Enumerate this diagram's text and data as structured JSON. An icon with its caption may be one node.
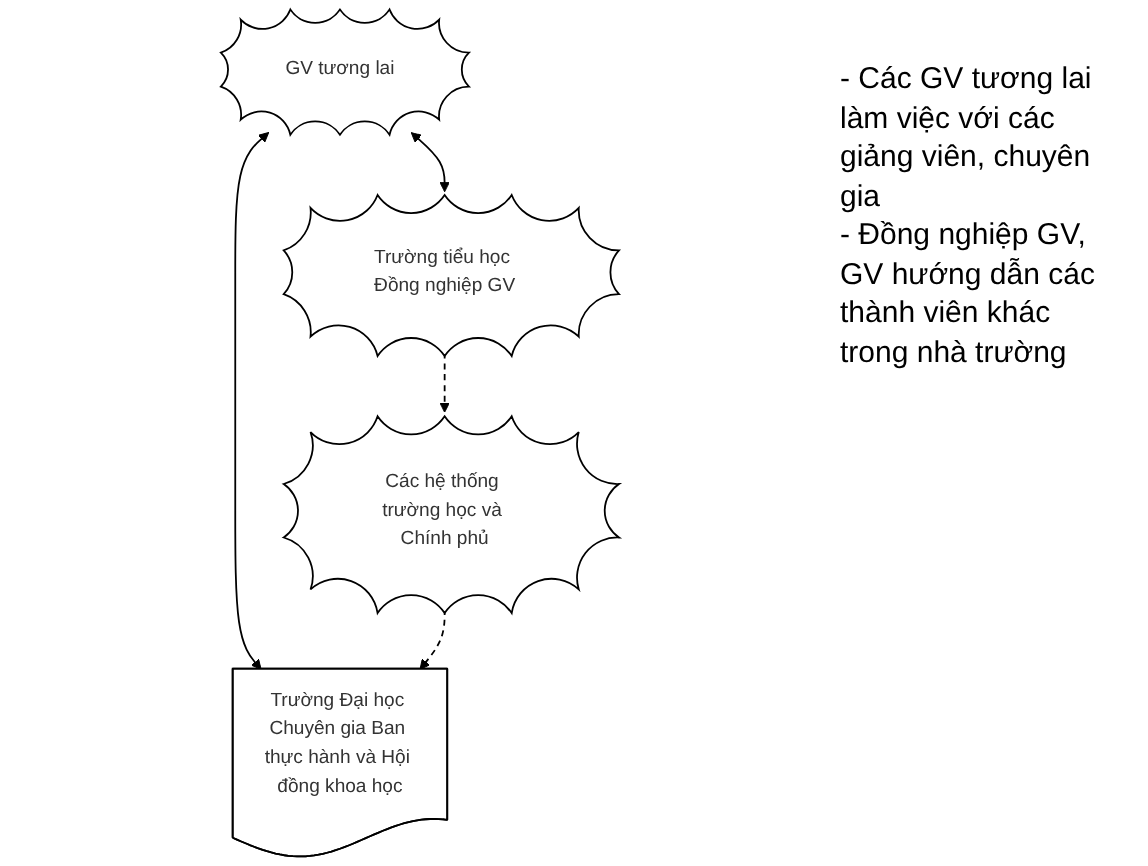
{
  "diagram": {
    "nodes": [
      {
        "text": [
          "GV tương lai"
        ]
      },
      {
        "text": [
          "Trường tiểu học Đồng nghiệp GV"
        ]
      },
      {
        "text": [
          "Trường Đại học Chuyên gia Ban thực hành và Hội đồng khoa học"
        ]
      },
      {
        "text": [
          "Các hệ thống trường học và Chính phủ"
        ]
      }
    ],
    "edges": [
      {
        "from": 0,
        "to": 1,
        "arrow": "both"
      },
      {
        "from": 0,
        "to": 2,
        "arrow": "both"
      },
      {
        "from": 1,
        "to": 3,
        "arrow": "to",
        "style": "dashed"
      },
      {
        "from": 3,
        "to": 2,
        "arrow": "to",
        "style": "dashed"
      }
    ],
    "labels": [
      "- Các GV tương lai làm việc với các giảng viên, chuyên gia",
      "- Đồng nghiệp GV, GV hướng dẫn các thành viên khác trong nhà trường"
    ]
  }
}
